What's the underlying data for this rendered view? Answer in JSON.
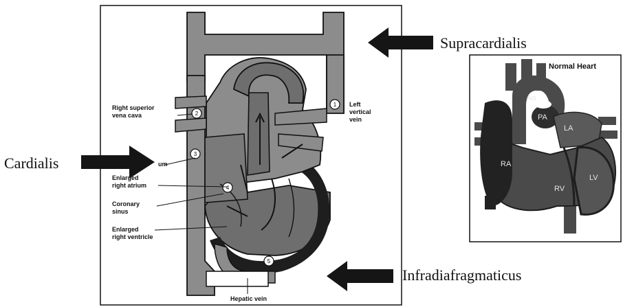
{
  "labels": {
    "supracardialis": "Supracardialis",
    "cardialis": "Cardialis",
    "infradiafragmaticus": "Infradiafragmaticus"
  },
  "main_diagram": {
    "right_superior_vena_cava": [
      "Right superior",
      "vena cava"
    ],
    "left_vertical_vein": [
      "Left",
      "vertical",
      "vein"
    ],
    "atrium_fragment": "um",
    "enlarged_right_atrium": [
      "Enlarged",
      "right atrium"
    ],
    "coronary_sinus": [
      "Coronary",
      "sinus"
    ],
    "enlarged_right_ventricle": [
      "Enlarged",
      "right ventricle"
    ],
    "hepatic_vein": "Hepatic vein",
    "markers": [
      "1",
      "2",
      "3",
      "4",
      "5"
    ]
  },
  "normal_heart": {
    "title": "Normal Heart",
    "ao": "Ao",
    "pa": "PA",
    "la": "LA",
    "ra": "RA",
    "rv": "RV",
    "lv": "LV"
  },
  "colors": {
    "ink": "#111111",
    "vessel_gray": "#8c8c8c",
    "chamber_gray": "#6e6e6e",
    "dark_wall": "#1e1e1e",
    "normal_heart_body": "#4a4a4a",
    "normal_heart_dark": "#222222"
  }
}
